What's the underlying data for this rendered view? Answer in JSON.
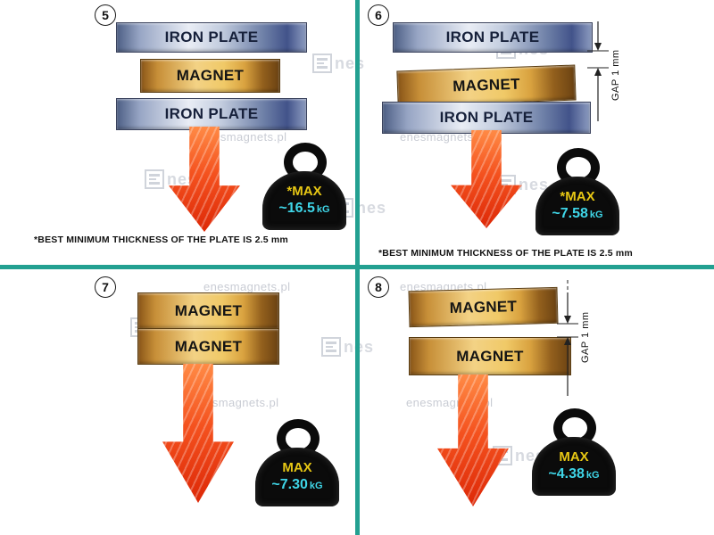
{
  "panels": {
    "p5": {
      "number": "5",
      "layers": [
        {
          "label": "IRON PLATE"
        },
        {
          "label": "MAGNET"
        },
        {
          "label": "IRON PLATE"
        }
      ],
      "weight": {
        "max_label": "*MAX",
        "value": "~16.5",
        "unit": "kG"
      },
      "footnote": {
        "text": "*BEST MINIMUM THICKNESS OF THE PLATE IS ",
        "bold": "2.5 mm"
      }
    },
    "p6": {
      "number": "6",
      "gap_label": "GAP 1 mm",
      "layers": [
        {
          "label": "IRON PLATE"
        },
        {
          "label": "MAGNET"
        },
        {
          "label": "IRON PLATE"
        }
      ],
      "weight": {
        "max_label": "*MAX",
        "value": "~7.58",
        "unit": "kG"
      },
      "footnote": {
        "text": "*BEST MINIMUM THICKNESS OF THE PLATE IS ",
        "bold": "2.5 mm"
      }
    },
    "p7": {
      "number": "7",
      "layers": [
        {
          "label": "MAGNET"
        },
        {
          "label": "MAGNET"
        }
      ],
      "weight": {
        "max_label": "MAX",
        "value": "~7.30",
        "unit": "kG"
      }
    },
    "p8": {
      "number": "8",
      "gap_label": "GAP 1 mm",
      "layers": [
        {
          "label": "MAGNET"
        },
        {
          "label": "MAGNET"
        }
      ],
      "weight": {
        "max_label": "MAX",
        "value": "~4.38",
        "unit": "kG"
      }
    }
  },
  "watermark": {
    "url_text": "enesmagnets.pl",
    "logo_text": "nes"
  },
  "colors": {
    "divider": "#23a091",
    "arrow": "#dd2807",
    "max_text": "#e7c714",
    "value_text": "#3fd6e8"
  }
}
